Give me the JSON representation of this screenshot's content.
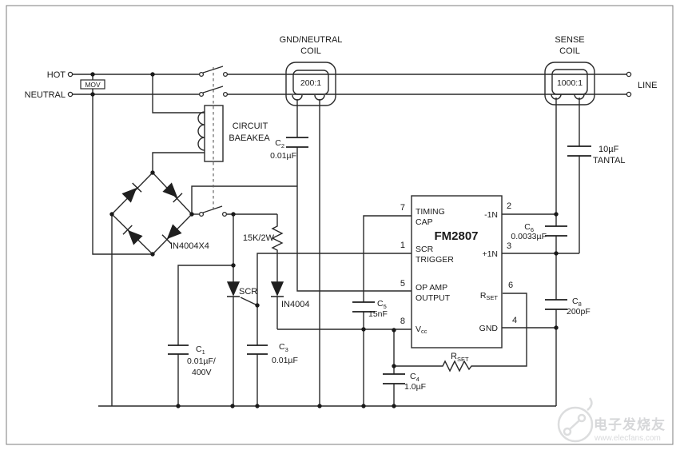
{
  "terminals": {
    "hot": "HOT",
    "neutral": "NEUTRAL",
    "line": "LINE"
  },
  "mov": {
    "label": "MOV"
  },
  "breaker": {
    "line1": "CIRCUIT",
    "line2": "BAEAKEA"
  },
  "coils": {
    "gnd_neutral": {
      "title1": "GND/NEUTRAL",
      "title2": "COIL",
      "ratio": "200:1"
    },
    "sense": {
      "title1": "SENSE",
      "title2": "COIL",
      "ratio": "1000:1"
    }
  },
  "bridge": {
    "label": "IN4004X4"
  },
  "components": {
    "r_limit": {
      "value": "15K/2W"
    },
    "scr": {
      "label": "SCR"
    },
    "d_rect": {
      "label": "IN4004"
    },
    "c1": {
      "ref": "C",
      "sub": "1",
      "value1": "0.01µF/",
      "value2": "400V"
    },
    "c2": {
      "ref": "C",
      "sub": "2",
      "value": "0.01µF"
    },
    "c3": {
      "ref": "C",
      "sub": "3",
      "value": "0.01µF"
    },
    "c4": {
      "ref": "C",
      "sub": "4",
      "value": "1.0µF"
    },
    "c5": {
      "ref": "C",
      "sub": "5",
      "value": "15nF"
    },
    "c6": {
      "ref": "C",
      "sub": "6",
      "value": "0.0033µF"
    },
    "c8": {
      "ref": "C",
      "sub": "8",
      "value": "200pF"
    },
    "c_tantal": {
      "value": "10µF",
      "type": "TANTAL"
    },
    "r_set": {
      "ref": "R",
      "sub": "SET"
    }
  },
  "ic": {
    "name": "FM2807",
    "pins": {
      "p7": {
        "num": "7",
        "l1": "TIMING",
        "l2": "CAP"
      },
      "p1": {
        "num": "1",
        "l1": "SCR",
        "l2": "TRIGGER"
      },
      "p5": {
        "num": "5",
        "l1": "OP AMP",
        "l2": "OUTPUT"
      },
      "p8": {
        "num": "8",
        "ref": "V",
        "sub": "cc"
      },
      "p2": {
        "num": "2",
        "label": "-1N"
      },
      "p3": {
        "num": "3",
        "label": "+1N"
      },
      "p6": {
        "num": "6",
        "ref": "R",
        "sub": "SET"
      },
      "p4": {
        "num": "4",
        "label": "GND"
      }
    }
  },
  "watermark": {
    "cn": "电子发烧友",
    "url": "www.elecfans.com"
  }
}
